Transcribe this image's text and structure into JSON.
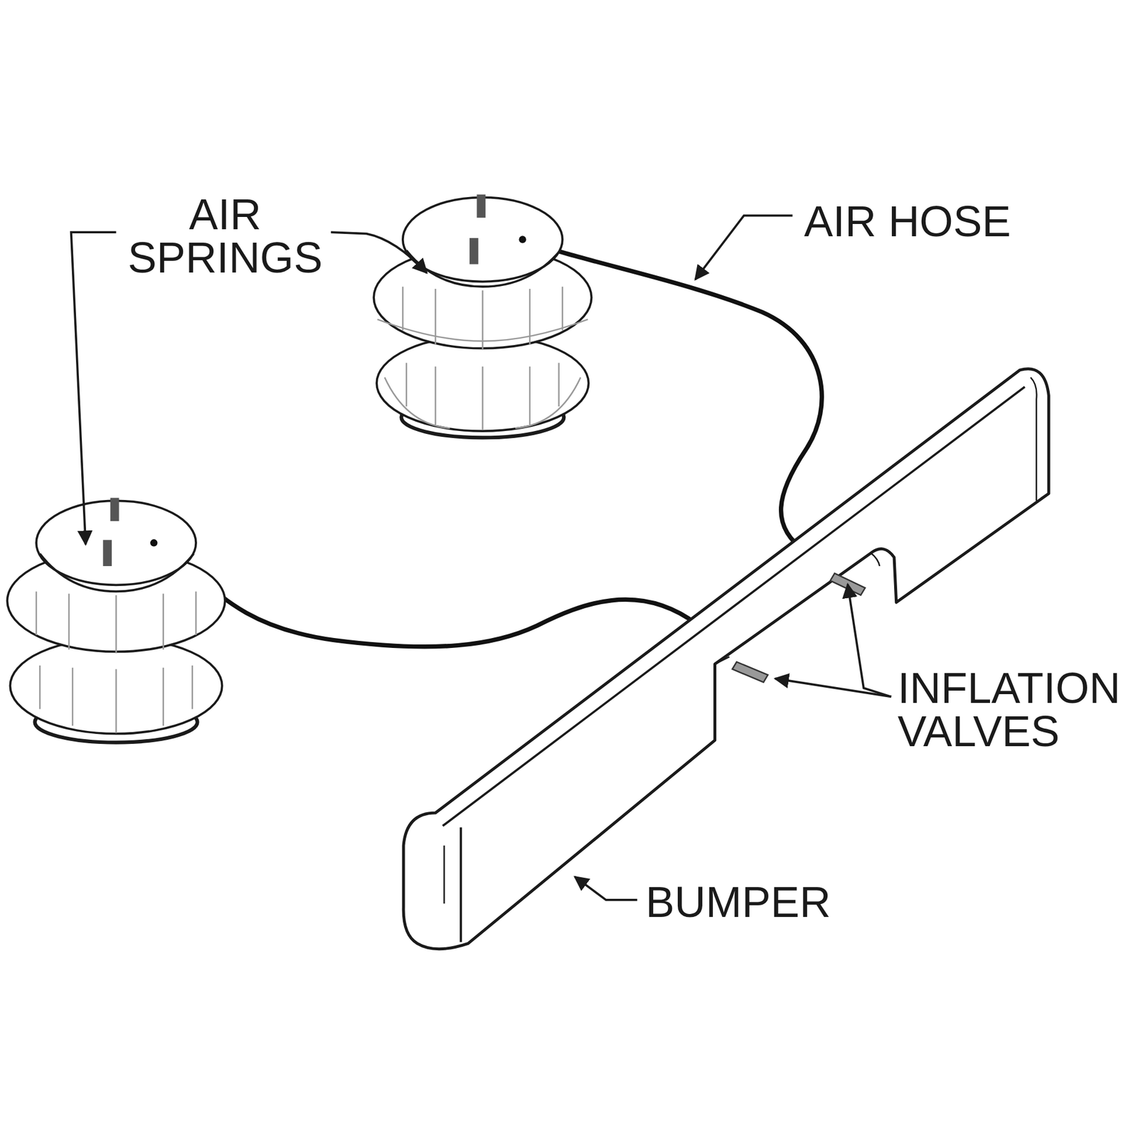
{
  "diagram": {
    "labels": [
      "AIR SPRINGS",
      "AIR HOSE",
      "INFLATION VALVES",
      "BUMPER"
    ]
  }
}
